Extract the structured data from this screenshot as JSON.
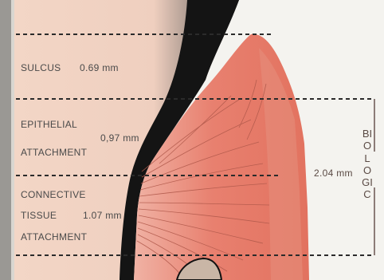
{
  "zones": {
    "sulcus": {
      "name": "SULCUS",
      "measure": "0.69 mm"
    },
    "epithelial": {
      "line1": "EPITHELIAL",
      "line2": "ATTACHMENT",
      "measure": "0,97 mm"
    },
    "connective": {
      "line1": "CONNECTIVE",
      "line2": "TISSUE",
      "line3": "ATTACHMENT",
      "measure": "1.07 mm"
    }
  },
  "biologic_width": {
    "measure": "2.04 mm",
    "vertical_label": "BIOLOGIC"
  },
  "colors": {
    "gingiva": "#e5796d",
    "mucosa_shade": "#e8a090",
    "enamel_light": "#f2d2c2",
    "tooth_dark": "#1b1b1b",
    "fiber_line": "#b25a4c",
    "dashed_line": "#2b2b2b",
    "background": "#f4f3ef"
  }
}
